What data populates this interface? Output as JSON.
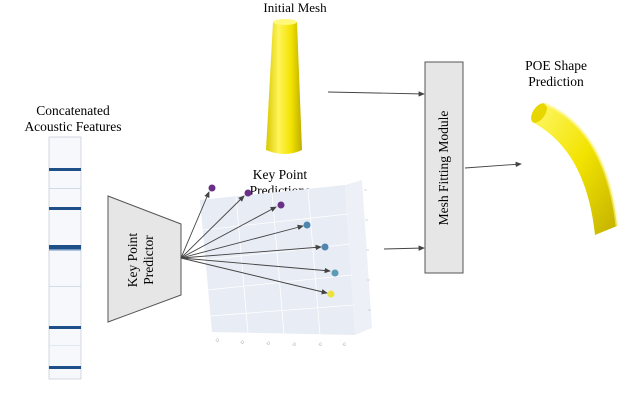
{
  "labels": {
    "initial_mesh": "Initial Mesh",
    "concat_line1": "Concatenated",
    "concat_line2": "Acoustic Features",
    "kp_line1": "Key Point",
    "kp_line2": "Predictions",
    "poe_line1": "POE Shape",
    "poe_line2": "Prediction",
    "predictor_line1": "Key Point",
    "predictor_line2": "Predictor",
    "mesh_fitting": "Mesh Fitting Module"
  },
  "colors": {
    "mesh_yellow": "#f2e300",
    "mesh_shadow": "#c9b800",
    "box_gray": "#e6e6e6",
    "keypoints": [
      "#6a2f86",
      "#6a2f86",
      "#6a2f86",
      "#4f86b0",
      "#4f86b0",
      "#5c9bb3",
      "#ede23c"
    ]
  }
}
